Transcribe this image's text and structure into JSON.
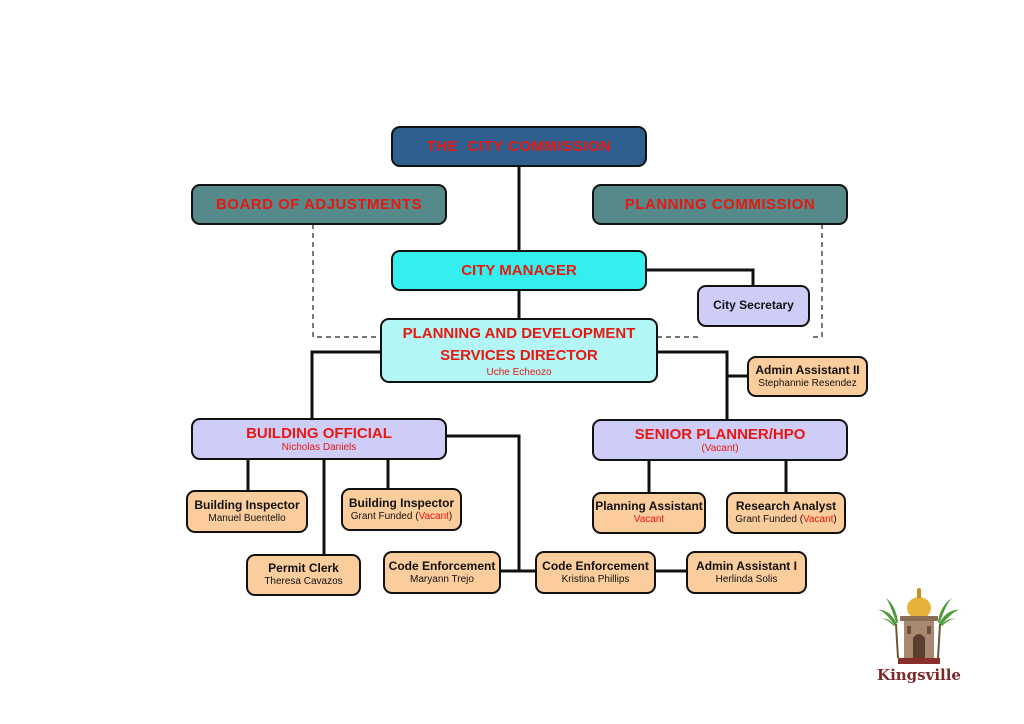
{
  "city_commission": "THE  CITY COMMISSION",
  "board_adjustments": "BOARD OF ADJUSTMENTS",
  "planning_commission": "PLANNING COMMISSION",
  "city_manager": "CITY MANAGER",
  "city_secretary": "City Secretary",
  "director": {
    "line1": "PLANNING AND DEVELOPMENT",
    "line2": "SERVICES DIRECTOR",
    "name": "Uche Echeozo"
  },
  "admin_assistant_2": {
    "title": "Admin Assistant II",
    "name": "Stephannie Resendez"
  },
  "building_official": {
    "title": "BUILDING OFFICIAL",
    "name": "Nicholas Daniels"
  },
  "senior_planner": {
    "title": "SENIOR PLANNER/HPO",
    "name": "(Vacant)"
  },
  "building_inspector_1": {
    "title": "Building Inspector",
    "name": "Manuel Buentello"
  },
  "building_inspector_2": {
    "title": "Building Inspector",
    "name": "Grant Funded (",
    "vacant": "Vacant",
    "close": ")"
  },
  "planning_assistant": {
    "title": "Planning Assistant",
    "name": "Vacant"
  },
  "research_analyst": {
    "title": "Research Analyst",
    "name": "Grant Funded (",
    "vacant": "Vacant",
    "close": ")"
  },
  "permit_clerk": {
    "title": "Permit Clerk",
    "name": "Theresa Cavazos"
  },
  "code_enforcement_1": {
    "title": "Code Enforcement",
    "name": "Maryann Trejo"
  },
  "code_enforcement_2": {
    "title": "Code Enforcement",
    "name": "Kristina Phillips"
  },
  "admin_assistant_1": {
    "title": "Admin Assistant I",
    "name": "Herlinda Solis"
  },
  "logo": {
    "text": "Kingsville"
  },
  "colors": {
    "heading_red": "#e8170f",
    "commission_navy": "#2e5f8f",
    "board_teal": "#55898a",
    "manager_cyan": "#33f0ee",
    "director_light_cyan": "#b2f7f5",
    "lavender": "#cdcdf8",
    "peach": "#fbcc9c"
  }
}
